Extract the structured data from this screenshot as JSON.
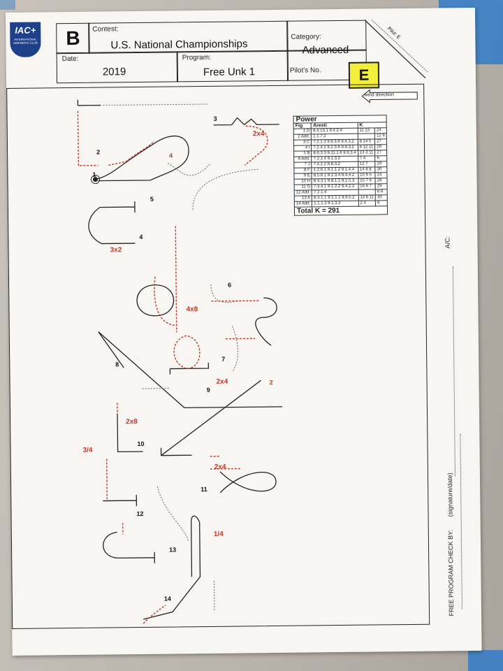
{
  "header": {
    "logo_text": "IAC+",
    "logo_sub": "INTERNATIONAL AEROBATIC CLUB",
    "sequence_letter": "B",
    "contest_label": "Contest:",
    "contest_value": "U.S. National Championships",
    "category_label": "Category:",
    "category_value": "Advanced",
    "date_label": "Date:",
    "date_value": "2019",
    "program_label": "Program:",
    "program_value": "Free Unk 1",
    "pilot_no_label": "Pilot's No.",
    "pilot_no_value": "E",
    "pilot_corner": "Pilot: E"
  },
  "wind_direction": "wind direction",
  "power_table": {
    "title": "Power",
    "col_fig": "Fig",
    "col_aresti": "Aresti",
    "col_k": "K",
    "rows": [
      {
        "fig": "1 D",
        "aresti": "8.4.13.1 9.4.2.4",
        "k": "11 13",
        "total": "24"
      },
      {
        "fig": "2 Add.",
        "aresti": "1.1.7.2",
        "k": "",
        "total": "12 6"
      },
      {
        "fig": "3 C",
        "aresti": "7.2.1.3 9.9.3.6 9.4.3.2",
        "k": "8 14 5",
        "total": "27"
      },
      {
        "fig": "4 I",
        "aresti": "7.2.4.2 9.2.3.6 9.9.3.2",
        "k": "6 12 11",
        "total": "29"
      },
      {
        "fig": "5 B",
        "aresti": "8.6.3.3 9.11.1.6 9.9.3.4",
        "k": "13 3 11",
        "total": "27"
      },
      {
        "fig": "6 Add.",
        "aresti": "7.2.2.4 9.1.3.2",
        "k": "7 4",
        "total": "6"
      },
      {
        "fig": "7 J",
        "aresti": "7.4.2.2 9.8.3.2",
        "k": "12 7",
        "total": "19"
      },
      {
        "fig": "8 F",
        "aresti": "1.2.6.1 9.1.1.2 9.1.4.4",
        "k": "14 8 8",
        "total": "30"
      },
      {
        "fig": "9 E",
        "aresti": "8.5.6.1 9.2.3.4 9.4.4.2",
        "k": "10 9 5",
        "total": "24"
      },
      {
        "fig": "10 H",
        "aresti": "8.4.3.1 9.8.1.1 9.1.5.3",
        "k": "15 7 6",
        "total": "28"
      },
      {
        "fig": "11 G",
        "aresti": "7.3.4.1 9.1.2.2 9.4.2.2",
        "k": "16 6 7",
        "total": "29"
      },
      {
        "fig": "12 Add.",
        "aresti": "7.2.1.4",
        "k": "",
        "total": "6 6"
      },
      {
        "fig": "13 A",
        "aresti": "8.4.1.1 9.1.1.1 9.9.5.2",
        "k": "13 6 11",
        "total": "30"
      },
      {
        "fig": "14 Add.",
        "aresti": "1.1.1.3 9.1.3.2",
        "k": "2 4",
        "total": "6"
      }
    ],
    "total_label": "Total K = 291"
  },
  "sidebar": {
    "ac_label": "A/C:",
    "check_label": "FREE PROGRAM CHECK BY:",
    "sig_label": "(signature/date)"
  },
  "figures": {
    "n1": "1",
    "n2": "2",
    "n3": "3",
    "n4": "4",
    "n4b": "4",
    "n5": "5",
    "n6": "6",
    "n7": "7",
    "n8": "8",
    "n9": "9",
    "n10": "10",
    "n11": "11",
    "n12": "12",
    "n13": "13",
    "n14": "14",
    "n2b": "2",
    "r_2x4a": "2x4",
    "r_3x2": "3x2",
    "r_4x8": "4x8",
    "r_2x4b": "2x4",
    "r_2x8": "2x8",
    "r_3_4": "3/4",
    "r_2x4c": "2x4",
    "r_1_4": "1/4"
  }
}
